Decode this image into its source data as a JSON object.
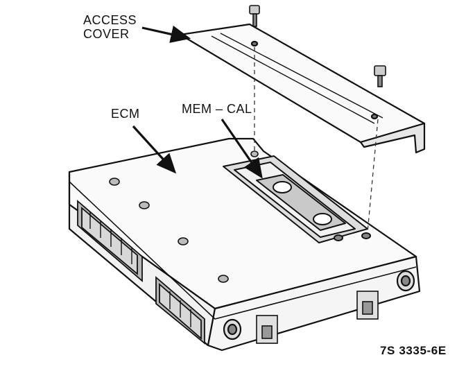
{
  "diagram": {
    "labels": {
      "access_cover_line1": "ACCESS",
      "access_cover_line2": "COVER",
      "ecm": "ECM",
      "mem_cal": "MEM – CAL"
    },
    "figure_ref": "7S 3335-6E"
  }
}
